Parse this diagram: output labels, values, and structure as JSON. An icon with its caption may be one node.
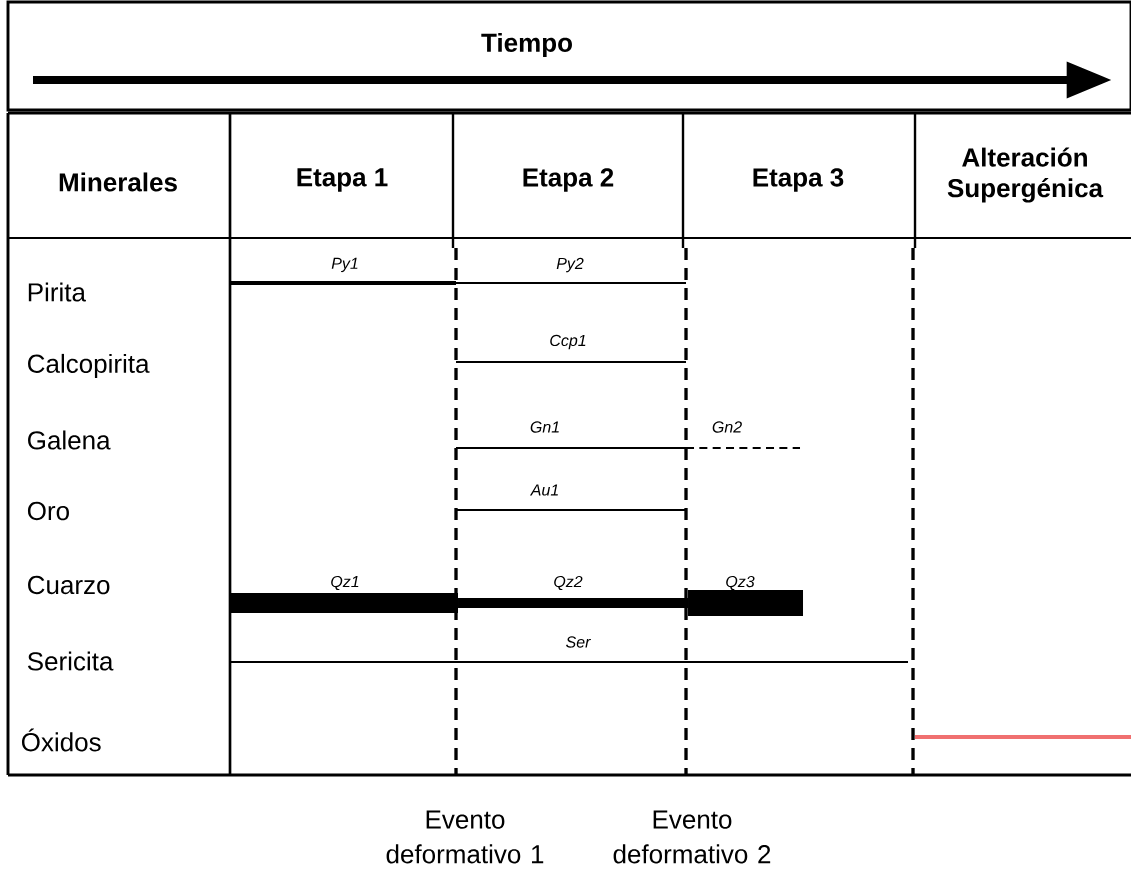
{
  "diagram": {
    "labels": [
      "Tiempo",
      "Minerales",
      "Etapa 1",
      "Etapa 2",
      "Etapa 3",
      "Alteración Supergénica",
      "Py1",
      "Py2",
      "Pirita",
      "Ccp1",
      "Calcopirita",
      "Gn1",
      "Gn2",
      "Galena",
      "Au1",
      "Oro",
      "Qz1",
      "Qz2",
      "Qz3",
      "Cuarzo",
      "Ser",
      "Sericita",
      "Óxidos",
      "Evento deformativo 1",
      "Evento deformativo 2"
    ]
  }
}
